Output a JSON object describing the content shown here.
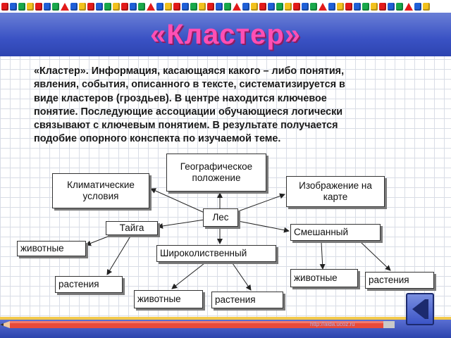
{
  "slide": {
    "title": "«Кластер»",
    "body_lines": [
      "«Кластер». Информация, касающаяся какого – либо понятия,",
      "явления, события, описанного в тексте, систематизируется в",
      "виде кластеров (гроздьев). В центре находится ключевое",
      "понятие. Последующие ассоциации обучающиеся логически",
      "связывают с ключевым понятием. В результате получается",
      "подобие опорного конспекта по изучаемой теме."
    ],
    "footer_url": "http://aida.ucoz.ru"
  },
  "diagram": {
    "nodes": {
      "center": "Лес",
      "geo": [
        "Географическое",
        "положение"
      ],
      "climate": [
        "Климатические",
        "условия"
      ],
      "map": [
        "Изображение на",
        "карте"
      ],
      "taiga": "Тайга",
      "mixed": "Смешанный",
      "broadleaf": "Широколиственный",
      "taiga_animals": "животные",
      "taiga_plants": "растения",
      "broad_animals": "животные",
      "broad_plants": "растения",
      "mixed_animals": "животные",
      "mixed_plants": "растения"
    }
  },
  "colors": {
    "header_blue": "#3a52c4",
    "title_pink": "#ff4fb4",
    "grid_line": "#d9dde6"
  },
  "icons": {
    "nav": "last-slide-icon"
  }
}
